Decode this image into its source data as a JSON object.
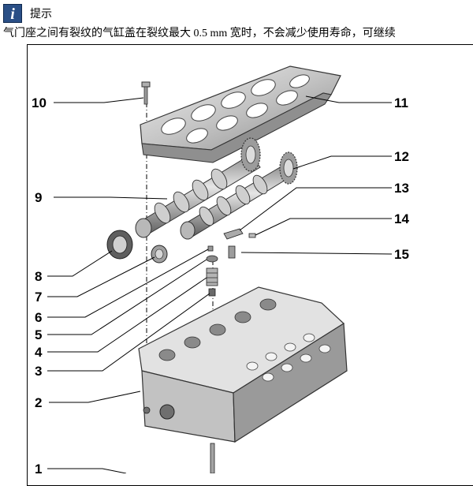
{
  "header": {
    "icon": "info-icon",
    "icon_glyph": "i",
    "title": "提示",
    "note": "气门座之间有裂纹的气缸盖在裂纹最大 0.5 mm 宽时，不会减少使用寿命，可继续"
  },
  "callouts": {
    "left": [
      "10",
      "9",
      "8",
      "7",
      "6",
      "5",
      "4",
      "3",
      "2",
      "1"
    ],
    "right": [
      "11",
      "12",
      "13",
      "14",
      "15"
    ]
  },
  "colors": {
    "icon_bg": "#2a4f86",
    "part_light": "#d9d9d9",
    "part_mid": "#a8a8a8",
    "part_dark": "#555555"
  }
}
